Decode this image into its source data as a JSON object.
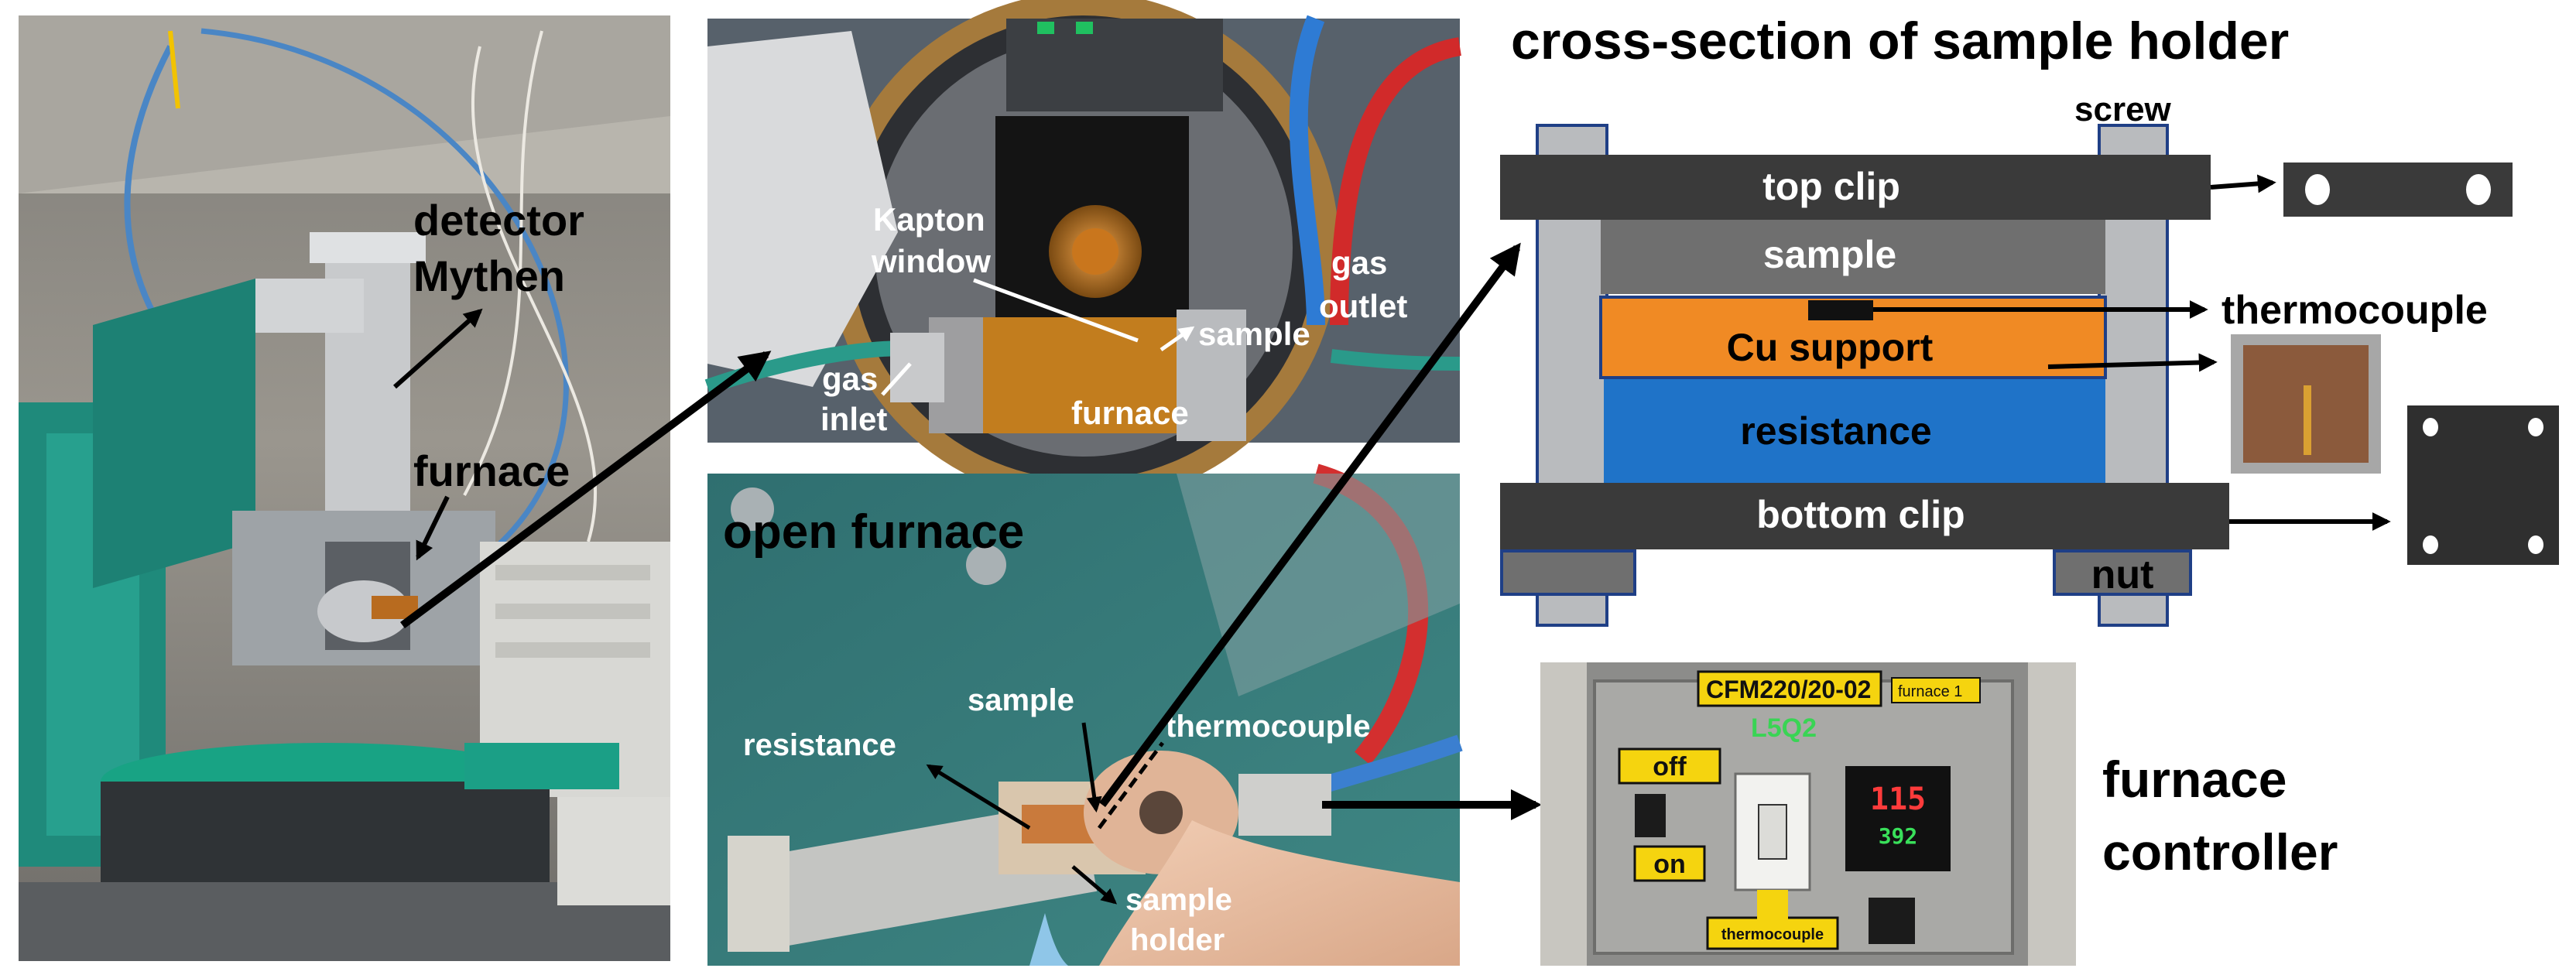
{
  "figure": {
    "photo_setup": {
      "detector_label_1": "detector",
      "detector_label_2": "Mythen",
      "furnace_label": "furnace"
    },
    "photo_closed": {
      "kapton_1": "Kapton",
      "kapton_2": "window",
      "gas_outlet_1": "gas",
      "gas_outlet_2": "outlet",
      "gas_inlet_1": "gas",
      "gas_inlet_2": "inlet",
      "sample": "sample",
      "furnace": "furnace"
    },
    "photo_open": {
      "title": "open furnace",
      "sample": "sample",
      "resistance": "resistance",
      "thermocouple": "thermocouple",
      "holder_1": "sample",
      "holder_2": "holder"
    },
    "cross_section": {
      "title": "cross-section of sample holder",
      "screw": "screw",
      "top_clip": "top clip",
      "sample": "sample",
      "cu_support": "Cu support",
      "resistance": "resistance",
      "bottom_clip": "bottom clip",
      "nut": "nut",
      "thermocouple": "thermocouple"
    },
    "controller": {
      "model": "CFM220/20-02",
      "tag": "furnace 1",
      "code": "L5Q2",
      "off": "off",
      "on": "on",
      "display_top": "115",
      "display_bottom": "392",
      "thermocouple_tag": "thermocouple",
      "label_1": "furnace",
      "label_2": "controller"
    },
    "colors": {
      "clip": "#3a3a3a",
      "sample_layer": "#6f6f6f",
      "cu_support": "#f08a24",
      "resistance": "#1f73c8",
      "frame": "#b9bbbe",
      "arrow": "#000000",
      "tag_yellow": "#f5d40f"
    }
  }
}
